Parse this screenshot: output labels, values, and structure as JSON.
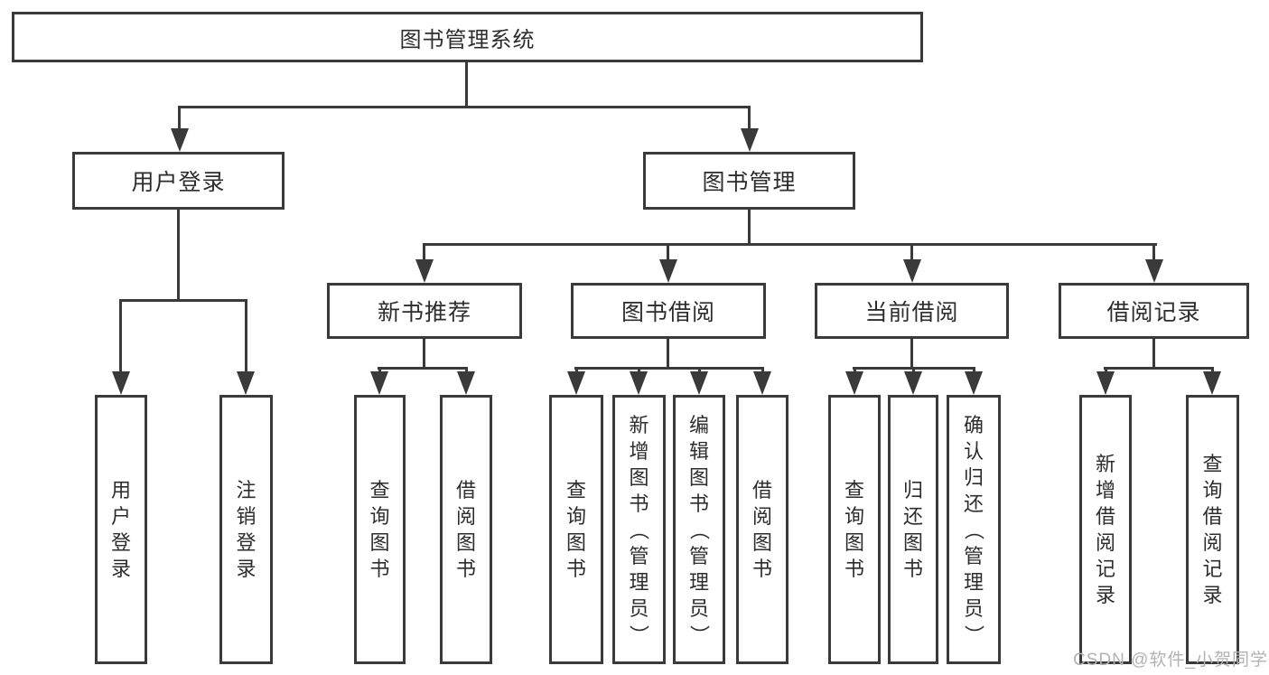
{
  "diagram": {
    "root": {
      "label": "图书管理系统"
    },
    "level2": {
      "user_login": {
        "label": "用户登录"
      },
      "book_mgmt": {
        "label": "图书管理"
      }
    },
    "level3": {
      "new_book_rec": {
        "label": "新书推荐"
      },
      "book_borrow": {
        "label": "图书借阅"
      },
      "current_borrow": {
        "label": "当前借阅"
      },
      "borrow_records": {
        "label": "借阅记录"
      }
    },
    "leaves": {
      "login": {
        "label": "用户登录"
      },
      "logout": {
        "label": "注销登录"
      },
      "nb_query": {
        "label": "查询图书"
      },
      "nb_borrow": {
        "label": "借阅图书"
      },
      "bb_query": {
        "label": "查询图书"
      },
      "bb_add": {
        "label": "新增图书（管理员）"
      },
      "bb_edit": {
        "label": "编辑图书（管理员）"
      },
      "bb_borrow": {
        "label": "借阅图书"
      },
      "cb_query": {
        "label": "查询图书"
      },
      "cb_return": {
        "label": "归还图书"
      },
      "cb_confirm": {
        "label": "确认归还（管理员）"
      },
      "br_add": {
        "label": "新增借阅记录"
      },
      "br_query": {
        "label": "查询借阅记录"
      }
    }
  },
  "watermark": "CSDN @软件_小贺同学",
  "colors": {
    "line": "#3a3a3a",
    "box_border": "#3a3a3a",
    "text": "#2d2d2d",
    "watermark": "#b2b2b2",
    "background": "#ffffff"
  }
}
